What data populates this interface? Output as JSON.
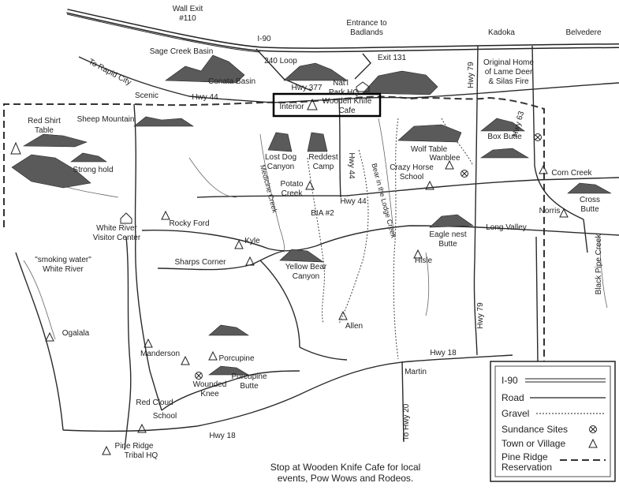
{
  "colors": {
    "ink": "#222222",
    "paper": "#ffffff",
    "terrain": "#5a5a5a",
    "highlight": "#000000"
  },
  "labels": {
    "wall_exit": "Wall Exit",
    "exit_110": "#110",
    "entrance": "Entrance to",
    "badlands": "Badlands",
    "i90_road": "I-90",
    "kadoka": "Kadoka",
    "belvedere": "Belvedere",
    "sage_creek": "Sage Creek Basin",
    "loop240": "240 Loop",
    "exit131": "Exit 131",
    "to_rapid": "To Rapid City",
    "conata": "Conata Basin",
    "hwy377": "Hwy 377",
    "natl": "Nat'l",
    "park_hq": "Park HQ",
    "hwy79_n": "Hwy 79",
    "lame1": "Original Home",
    "lame2": "of Lame Deer",
    "lame3": "& Silas Fire",
    "scenic": "Scenic",
    "hwy44_w": "Hwy 44",
    "interior": "Interior",
    "wooden1": "Wooden Knife",
    "wooden2": "Cafe",
    "red_shirt1": "Red Shirt",
    "red_shirt2": "Table",
    "sheep_mtn": "Sheep Mountain",
    "stronghold": "Strong hold",
    "lost_dog1": "Lost Dog",
    "lost_dog2": "Canyon",
    "reddest1": "Reddest",
    "reddest2": "Camp",
    "hwy44_mid": "Hwy 44",
    "bear_lodge": "Bear in the Lodge Creek",
    "wolf_table": "Wolf Table",
    "box_butte": "Box Butte",
    "hwy63": "Hwy 63",
    "wanblee": "Wanblee",
    "crazy1": "Crazy Horse",
    "crazy2": "School",
    "corn_creek": "Corn Creek",
    "potato1": "Potato",
    "potato2": "Creek",
    "medicine": "Medicine Creek",
    "hwy44_s": "Hwy 44",
    "bia2": "BIA #2",
    "cross1": "Cross",
    "cross2": "Butte",
    "norris": "Norris",
    "long_valley": "Long Valley",
    "wr1": "White River",
    "wr2": "Visitor Center",
    "rocky_ford": "Rocky Ford",
    "eagle1": "Eagle nest",
    "eagle2": "Butte",
    "hisle": "Hisle",
    "kyle": "Kyle",
    "smoke1": "\"smoking water\"",
    "smoke2": "White River",
    "sharps": "Sharps Corner",
    "yb1": "Yellow Bear",
    "yb2": "Canyon",
    "black_pipe": "Black Pipe Creek",
    "hwy79_s": "Hwy 79",
    "allen": "Allen",
    "ogalala": "Ogalala",
    "manderson": "Manderson",
    "porcupine": "Porcupine",
    "pb1": "Porcupine",
    "pb2": "Butte",
    "wk1": "Wounded",
    "wk2": "Knee",
    "hwy18_e": "Hwy 18",
    "martin": "Martin",
    "red_cloud1": "Red Cloud",
    "red_cloud2": "School",
    "to_hwy20": "To Hwy 20",
    "hwy18_w": "Hwy 18",
    "pr1": "Pine Ridge",
    "pr2": "Tribal HQ"
  },
  "legend": {
    "i90": "I-90",
    "road": "Road",
    "gravel": "Gravel",
    "sundance": "Sundance Sites",
    "town": "Town or Village",
    "reservation1": "Pine Ridge",
    "reservation2": "Reservation"
  },
  "note": {
    "line1": "Stop at Wooden Knife Cafe for local",
    "line2": "events, Pow Wows and Rodeos."
  }
}
